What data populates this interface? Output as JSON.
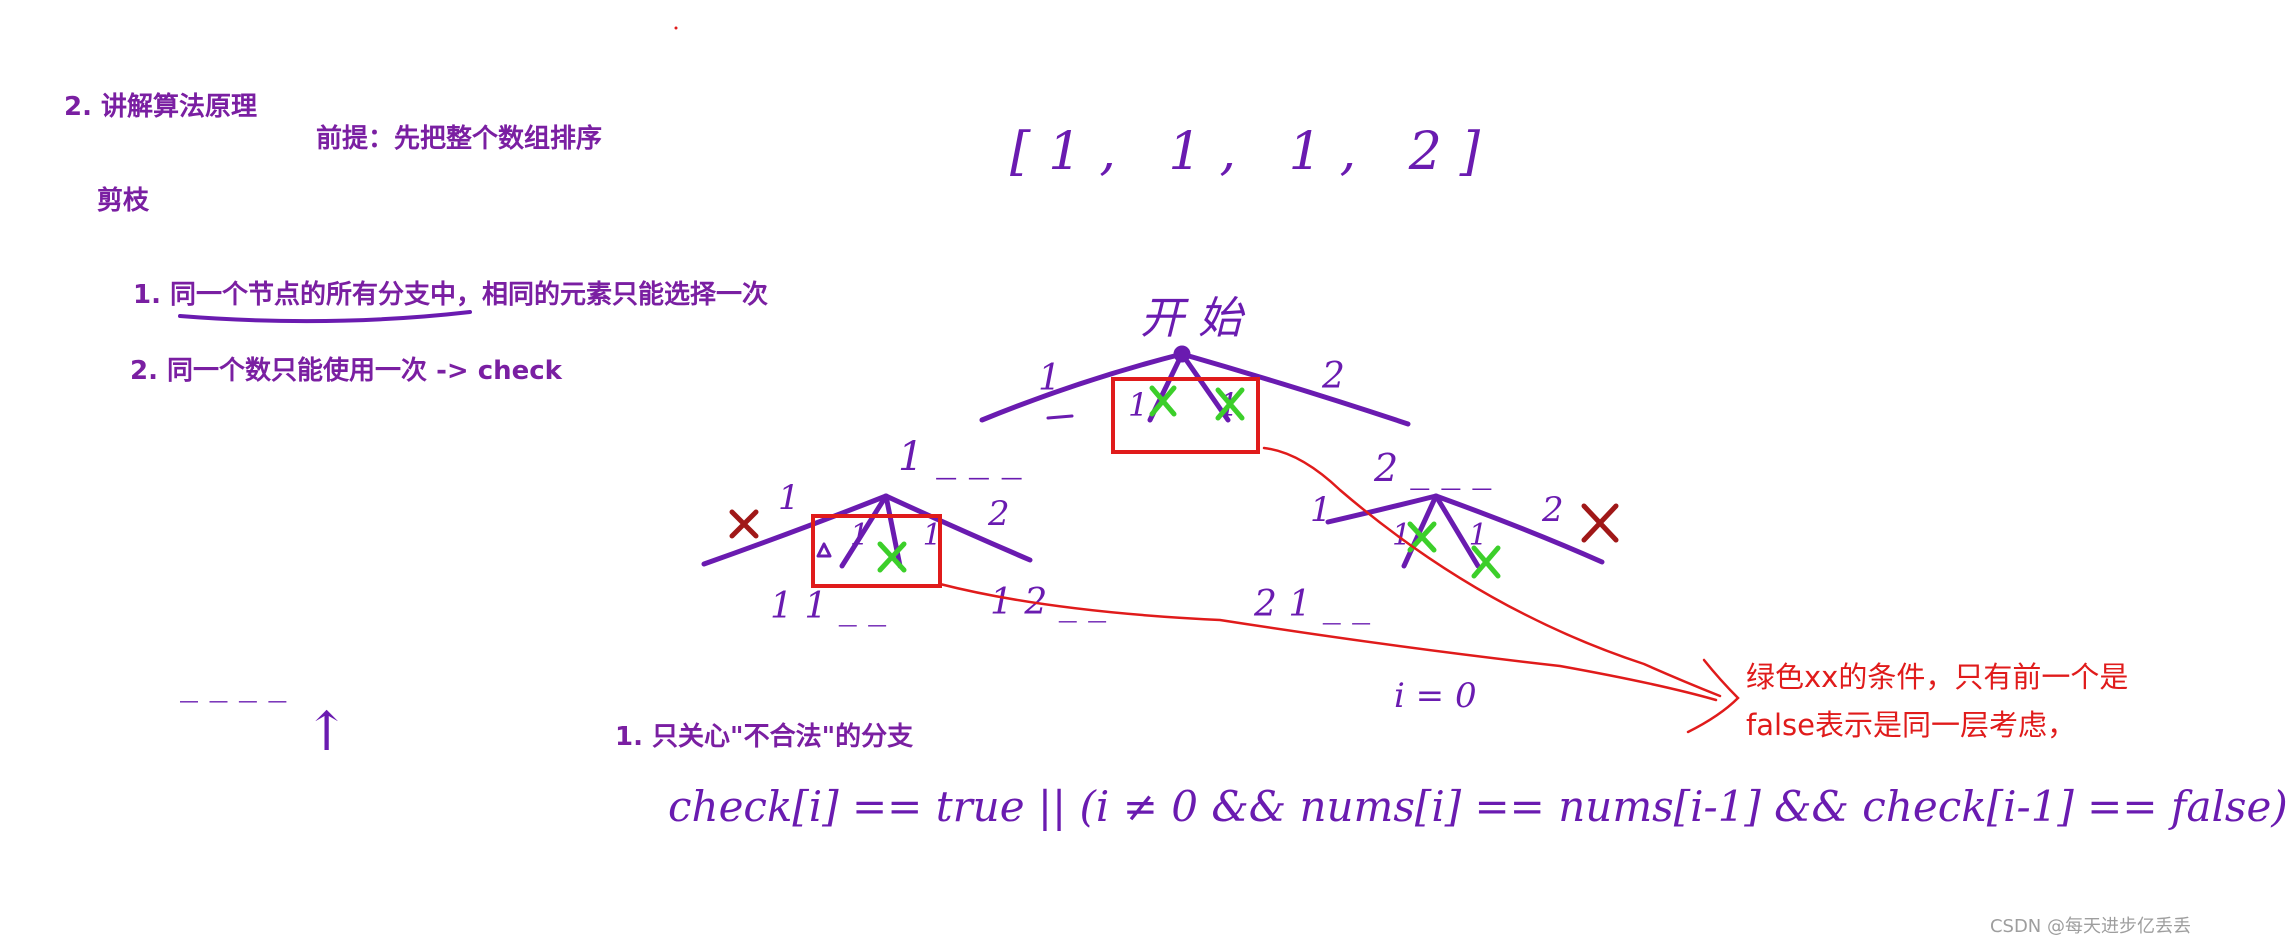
{
  "section": {
    "title": "2. 讲解算法原理",
    "premise": "前提：先把整个数组排序",
    "prune_heading": "剪枝",
    "rule1": "1. 同一个节点的所有分支中，相同的元素只能选择一次",
    "rule2": "2. 同一个数只能使用一次 -> check",
    "focus": "1. 只关心\"不合法\"的分支"
  },
  "handwriting": {
    "array": "[1, 1, 1, 2]",
    "root": "开 始",
    "left_edge": "1",
    "right_edge": "2",
    "mid_edges": "1 1",
    "node_left": "1 _ _ _",
    "node_right": "2 _ _ _",
    "ll_edge": "1",
    "lr_edge": "2",
    "ll_mid": "1 1",
    "rl_edge": "1",
    "rr_edge": "2",
    "rl_mid": "1 1",
    "leaf1": "1 1 _ _",
    "leaf2": "1 2 _ _",
    "leaf3": "2 1 _ _",
    "blanks": "_  _  _  _",
    "arrow": "↑",
    "i_eq": "i = 0",
    "condition": "check[i] == true || (i ≠ 0 && nums[i] == nums[i-1] && check[i-1] == false)"
  },
  "annotation": {
    "line1": "绿色xx的条件，只有前一个是",
    "line2": "false表示是同一层考虑，"
  },
  "watermark": "CSDN @每天进步亿丢丢",
  "colors": {
    "purple_text": "#7a1fa2",
    "hand_purple": "#6a1bb0",
    "red": "#e01b1b",
    "dark_red": "#a01818",
    "green": "#3ccf2a"
  }
}
